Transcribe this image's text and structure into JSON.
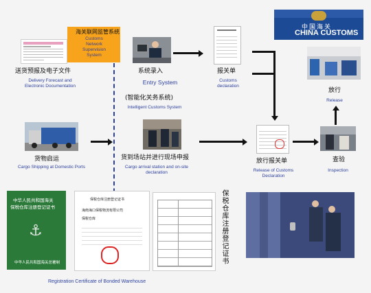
{
  "network": {
    "cn": "海关联网监管系统",
    "en": "Customs Network Supervision System"
  },
  "delivery": {
    "cn": "送货预报及电子文件",
    "en1": "Delivery Forecast and",
    "en2": "Electronic Documentation"
  },
  "entry": {
    "cn": "系统录入",
    "en": "Entry System",
    "cn2": "(智能化关务系统)",
    "en2": "Intelligent Customs System"
  },
  "declaration": {
    "cn": "报关单",
    "en1": "Customs",
    "en2": "declaration"
  },
  "china_customs": {
    "cn": "中国海关",
    "en": "CHINA CUSTOMS"
  },
  "release": {
    "cn": "放行",
    "en": "Release"
  },
  "shipping": {
    "cn": "货物启运",
    "en": "Cargo Shipping at Domestic Ports"
  },
  "arrival": {
    "cn": "货到场站并进行现场申报",
    "en1": "Cargo arrival station and on-site",
    "en2": "declaration"
  },
  "release_decl": {
    "cn": "放行报关单",
    "en1": "Release of Customs",
    "en2": "Declaration"
  },
  "inspection": {
    "cn": "查验",
    "en": "Inspection"
  },
  "green_cert": {
    "line1": "中华人民共和国海关",
    "line2": "保税仓库注册登记证书",
    "bottom": "中华人民共和国海关总署制"
  },
  "doc": {
    "title": "保税仓库注册登记证书",
    "line1": "海南海口保税物流有限公司",
    "line2": "保税仓库"
  },
  "vertical": {
    "cn": "保税仓库注册登记证书"
  },
  "registration": {
    "en": "Registration Certificate of Bonded Warehouse"
  },
  "colors": {
    "accent_blue": "#2b3f9e",
    "orange": "#f7a41c",
    "cert_green": "#2c7a3a"
  }
}
